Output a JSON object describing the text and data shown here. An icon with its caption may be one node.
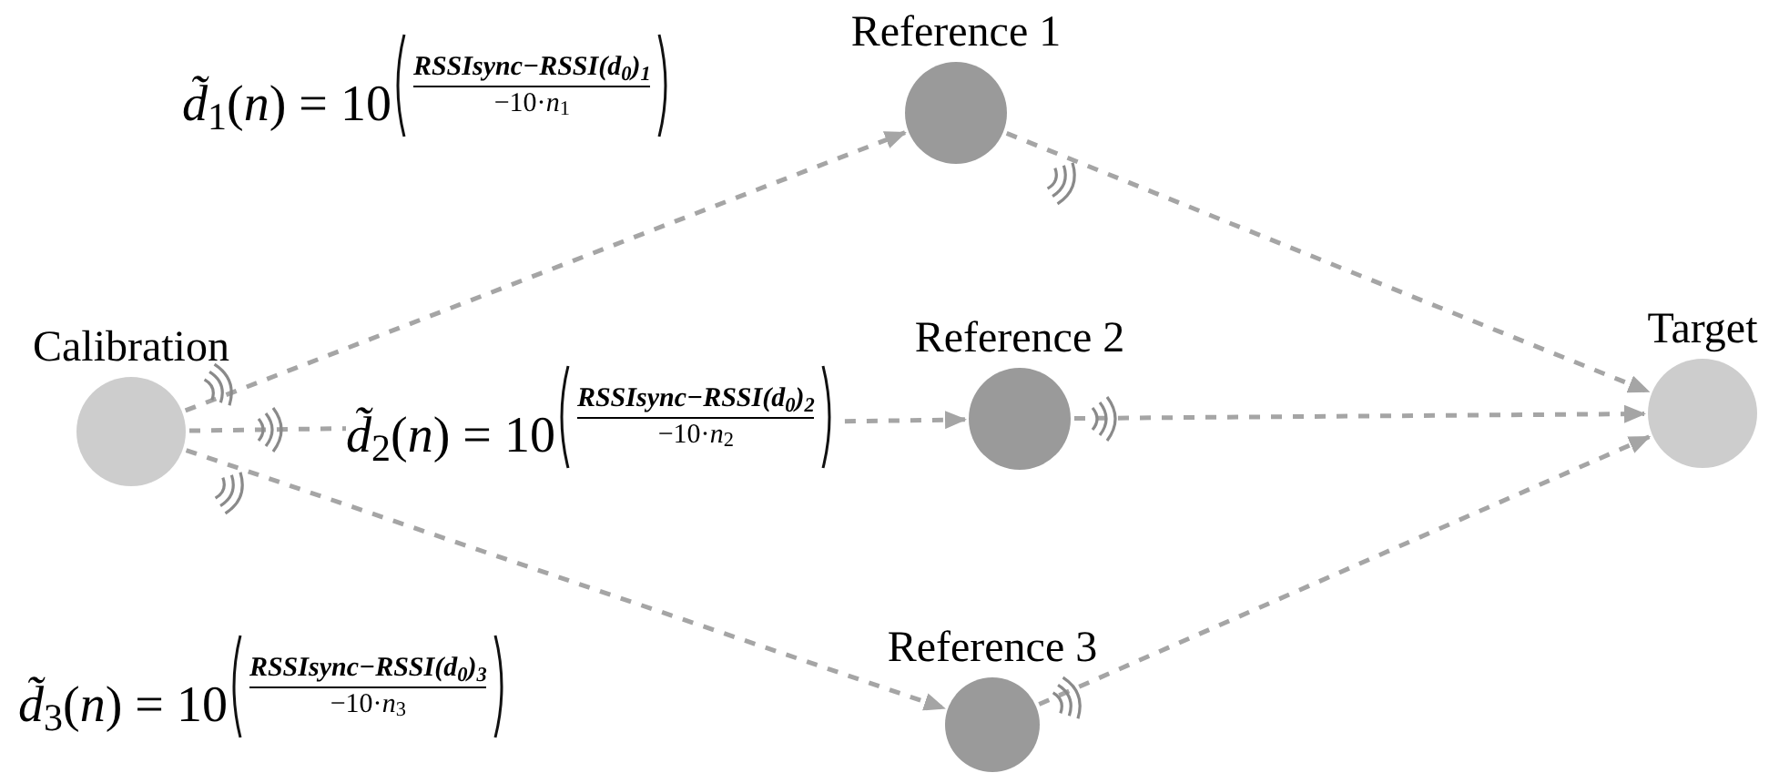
{
  "diagram": {
    "nodes": [
      {
        "text": [
          "Reference 1"
        ]
      },
      {
        "text": [
          "Calibration"
        ]
      },
      {
        "text": [
          "Reference 2"
        ]
      },
      {
        "text": [
          "Target"
        ]
      },
      {
        "text": [
          "Reference 3"
        ]
      }
    ],
    "edges": [
      {
        "from": 1,
        "to": 0,
        "arrow": "to",
        "style": "dashed"
      },
      {
        "from": 1,
        "to": 2,
        "arrow": "to",
        "style": "dashed"
      },
      {
        "from": 1,
        "to": 4,
        "arrow": "to",
        "style": "dashed"
      },
      {
        "from": 0,
        "to": 3,
        "arrow": "to",
        "style": "dashed"
      },
      {
        "from": 2,
        "to": 3,
        "arrow": "to",
        "style": "dashed"
      },
      {
        "from": 4,
        "to": 3,
        "arrow": "to",
        "style": "dashed"
      }
    ],
    "labels": [
      "*d̃*$_{1}$(*n*) = 10",
      "RSSIsync−RSSI(d$_{0}$)$_{1}$",
      "−10·*n*$_{1}$",
      "*d̃*$_{2}$(*n*) = 10",
      "RSSIsync−RSSI(d$_{0}$)$_{2}$",
      "−10·*n*$_{2}$",
      "*d̃*$_{3}$(*n*) = 10",
      "RSSIsync−RSSI(d$_{0}$)$_{3}$",
      "−10·*n*$_{3}$"
    ]
  }
}
